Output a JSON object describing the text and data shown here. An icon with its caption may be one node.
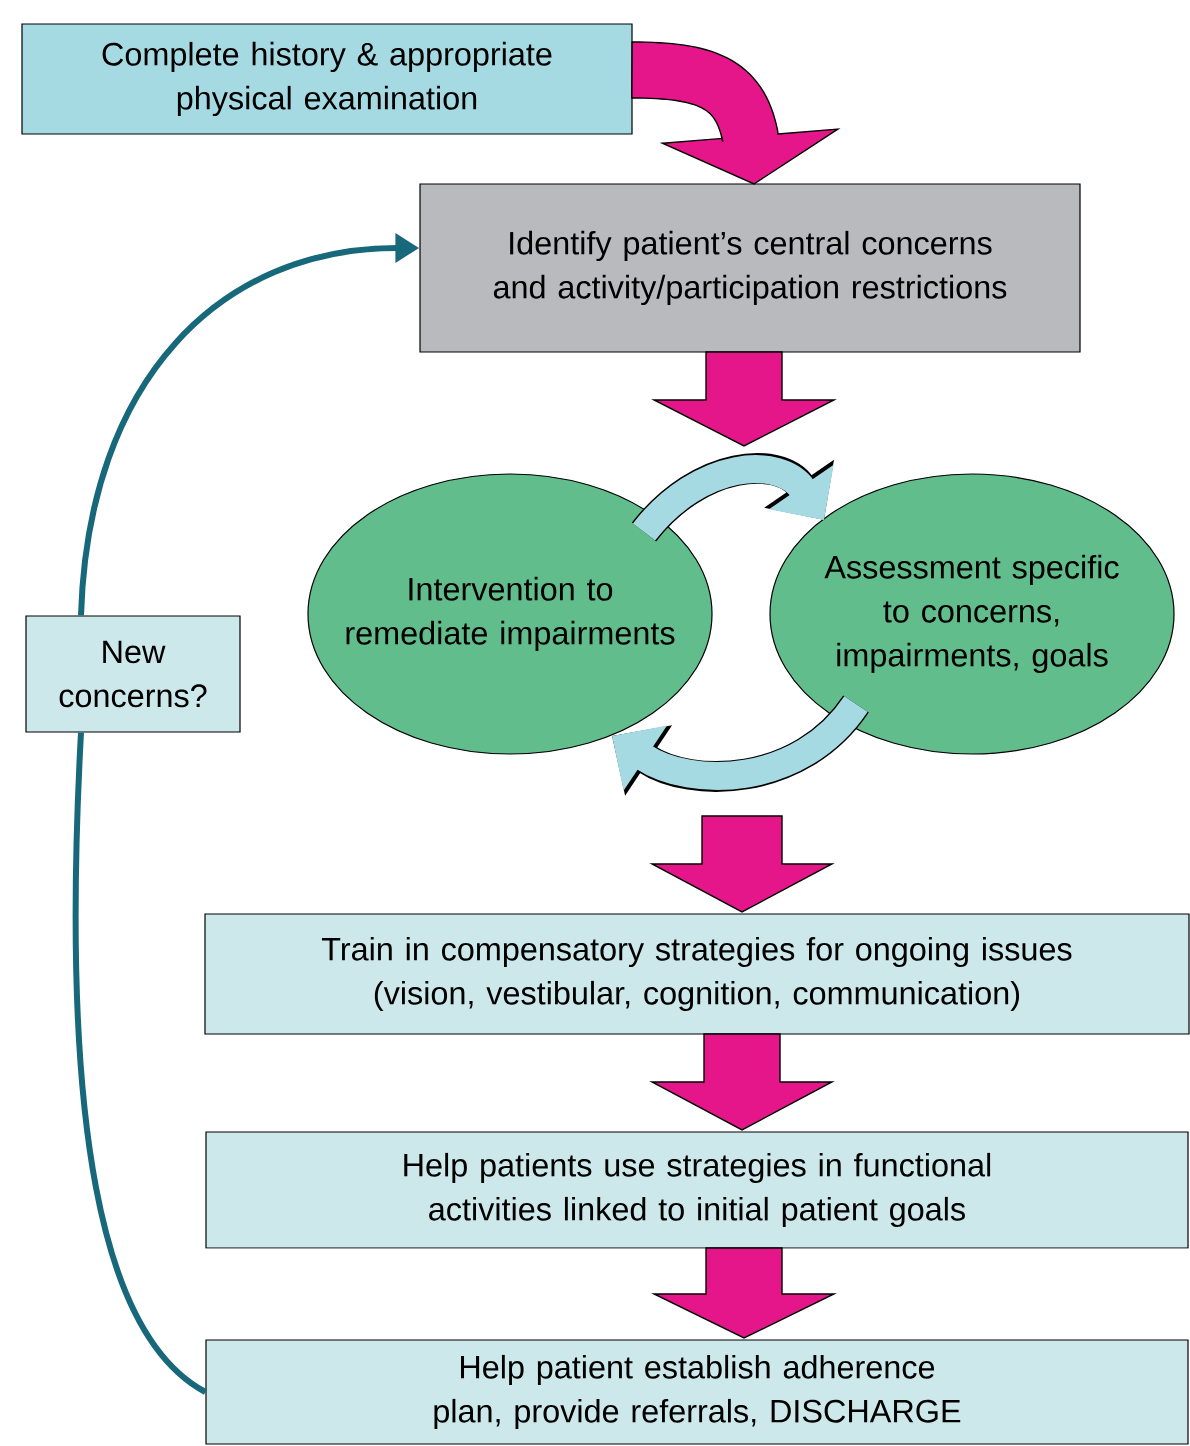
{
  "diagram": {
    "nodes": [
      {
        "text": [
          "Complete history & appropriate physical examination"
        ]
      },
      {
        "text": [
          "Identify patient’s central concerns and activity/participation restrictions"
        ]
      },
      {
        "text": [
          "New concerns?"
        ]
      },
      {
        "text": [
          "Intervention to remediate impairments"
        ]
      },
      {
        "text": [
          "Assessment specific to concerns, impairments, goals"
        ]
      },
      {
        "text": [
          "Train in compensatory strategies for ongoing issues (vision, vestibular, cognition, communication)"
        ]
      },
      {
        "text": [
          "Help patients use strategies in functional activities linked to initial patient goals"
        ]
      },
      {
        "text": [
          "Help patient establish adherence plan, provide referrals, DISCHARGE"
        ]
      }
    ],
    "edges": [
      {
        "from": 0,
        "to": 1,
        "arrow": "to",
        "style": "thick"
      },
      {
        "from": 1,
        "to": null,
        "arrow": "to",
        "style": "thick"
      },
      {
        "from": null,
        "to": 5,
        "arrow": "to",
        "style": "thick"
      },
      {
        "from": 5,
        "to": 6,
        "arrow": "to",
        "style": "thick"
      },
      {
        "from": 6,
        "to": 7,
        "arrow": "to",
        "style": "thick"
      },
      {
        "from": 3,
        "to": 4,
        "arrow": "to",
        "style": "thick",
        "color": "#a5dae2"
      },
      {
        "from": 4,
        "to": 3,
        "arrow": "to",
        "style": "thick",
        "color": "#a5dae2"
      },
      {
        "from": 7,
        "to": 2,
        "arrow": "none",
        "color": "#17687a"
      },
      {
        "from": 2,
        "to": 1,
        "arrow": "to",
        "color": "#17687a"
      }
    ]
  }
}
